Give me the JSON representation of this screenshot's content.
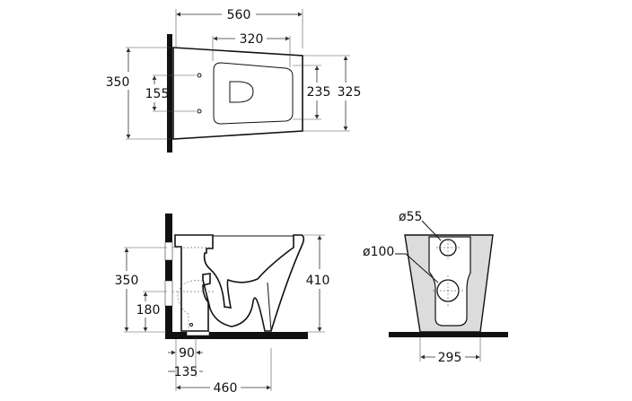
{
  "top_view": {
    "overall_length": "560",
    "seat_length": "320",
    "wall_width": "350",
    "bolt_spacing": "155",
    "seat_width": "235",
    "front_width": "325"
  },
  "side_view": {
    "inlet_height": "350",
    "outlet_height": "180",
    "bowl_height": "410",
    "outlet_offset": "90",
    "drain_offset": "135",
    "foot_depth": "460"
  },
  "front_view": {
    "inlet_diameter": "ø55",
    "outlet_diameter": "ø100",
    "base_width": "295"
  }
}
